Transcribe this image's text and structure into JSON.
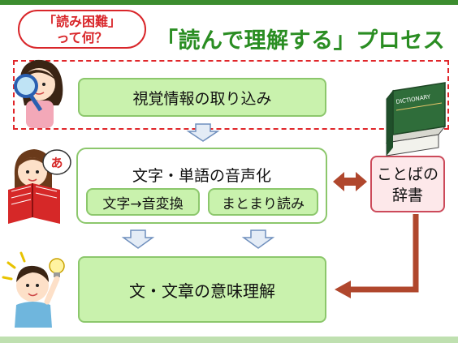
{
  "badge": {
    "line1": "「読み困難」",
    "line2": "って何？"
  },
  "title": "「読んで理解する」プロセス",
  "steps": {
    "visual": "視覚情報の取り込み",
    "phonological": "文字・単語の音声化",
    "grapheme_phoneme": "文字→音変換",
    "chunk_reading": "まとまり読み",
    "comprehension": "文・文章の意味理解"
  },
  "dictionary": {
    "line1": "ことばの",
    "line2": "辞書",
    "book_label": "DICTIONARY"
  },
  "speech_bubble": "あ",
  "colors": {
    "title": "#2a8d22",
    "badge": "#d9262a",
    "box_fill": "#c9f2ad",
    "box_border": "#8cc76c",
    "arrow": "#b0472d",
    "dict_fill": "#fde8ea"
  },
  "icons": [
    "magnifying-glass-girl",
    "reading-girl",
    "idea-boy",
    "dictionary-book"
  ]
}
